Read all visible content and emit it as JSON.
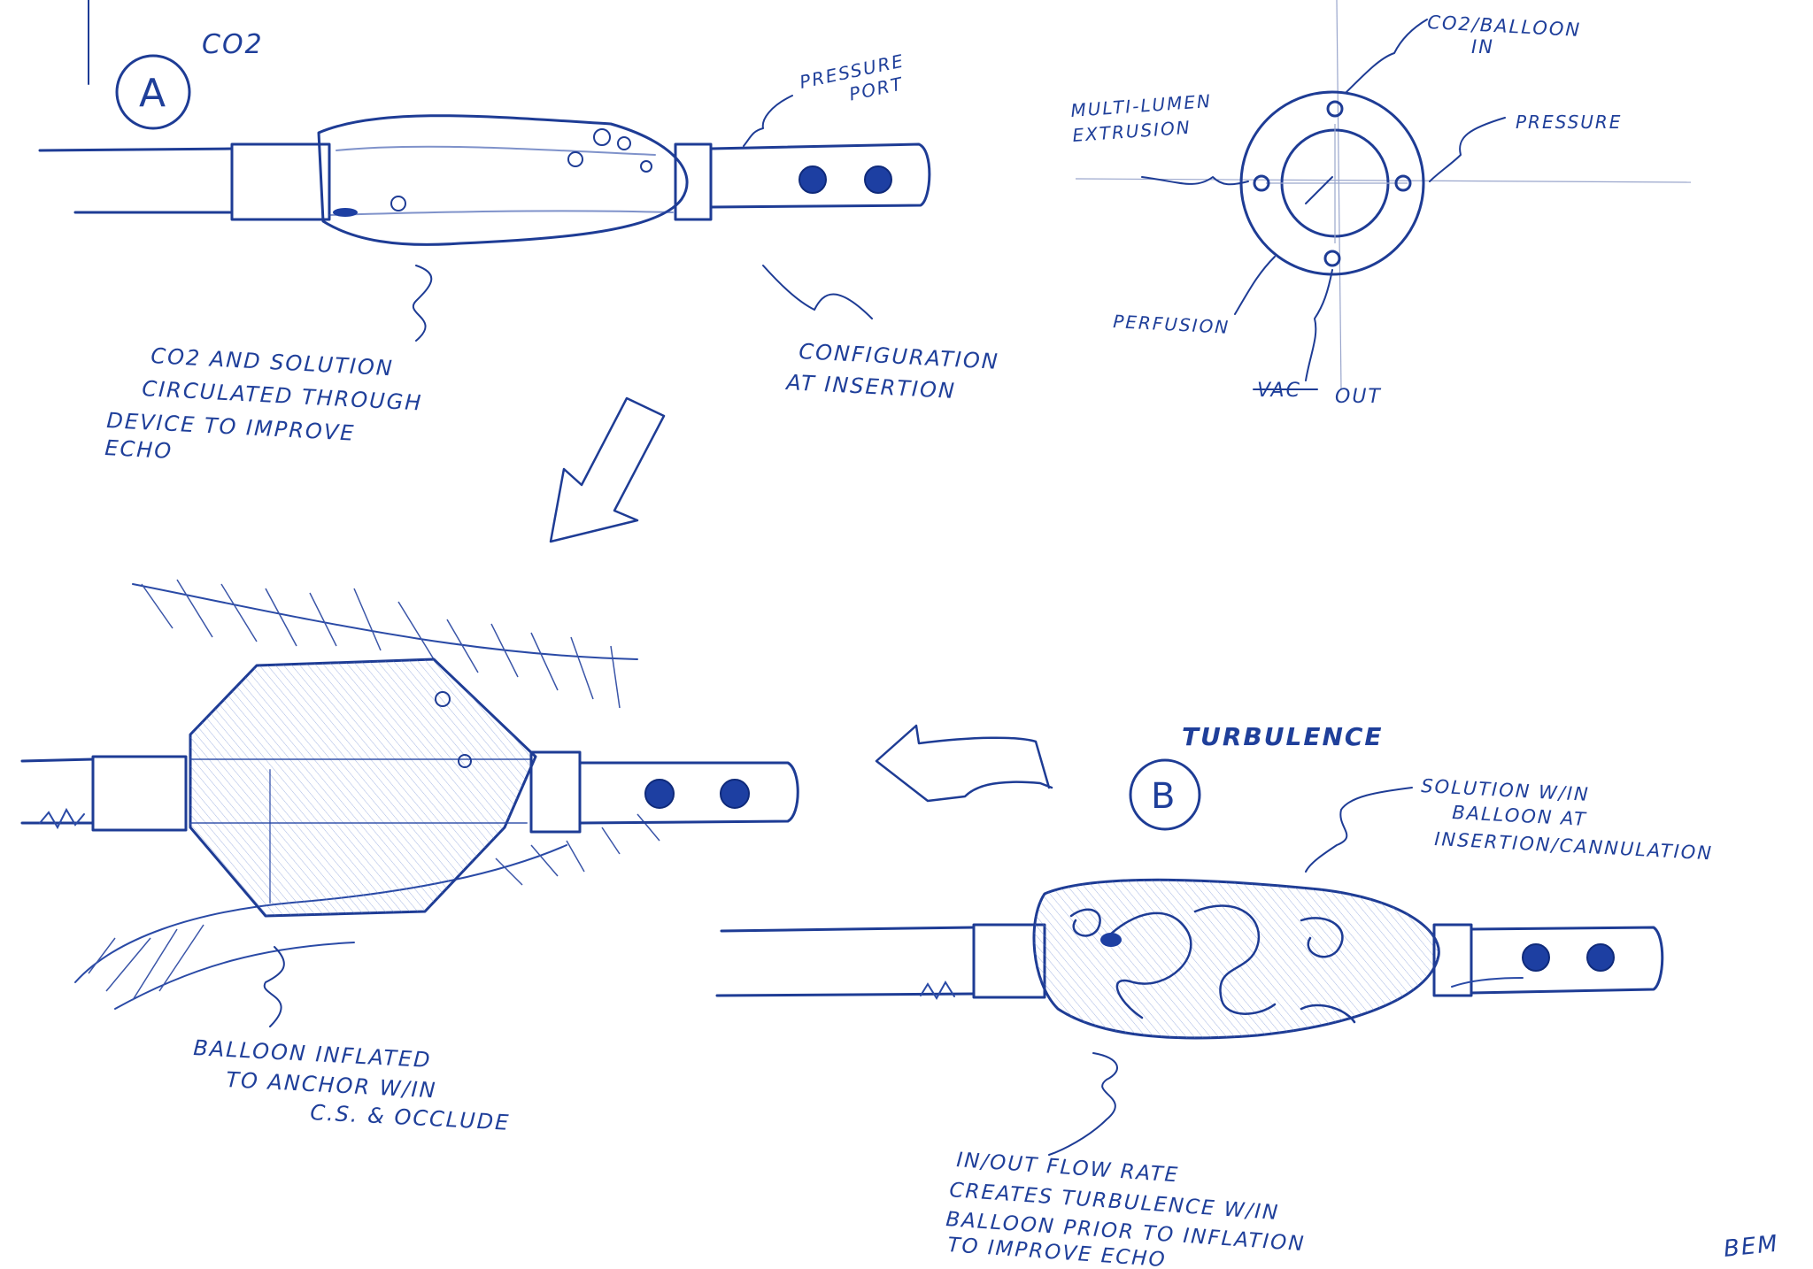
{
  "labels": {
    "co2_heading": "CO2",
    "circle_a": "A",
    "pressure_port": [
      "PRESSURE",
      "PORT"
    ],
    "co2_solution": [
      "CO2 AND SOLUTION",
      "CIRCULATED THROUGH",
      "DEVICE TO IMPROVE",
      "ECHO"
    ],
    "configuration_insertion": [
      "CONFIGURATION",
      "AT INSERTION"
    ],
    "co2_balloon_in": [
      "CO2/BALLOON",
      "IN"
    ],
    "multi_lumen": [
      "MULTI-LUMEN",
      "EXTRUSION"
    ],
    "pressure": "PRESSURE",
    "perfusion": "PERFUSION",
    "vac_struck": "VAC",
    "out": "OUT",
    "turbulence": "TURBULENCE",
    "circle_b": "B",
    "solution_within": [
      "SOLUTION W/IN",
      "BALLOON AT",
      "INSERTION/CANNULATION"
    ],
    "balloon_inflated": [
      "BALLOON INFLATED",
      "TO ANCHOR W/IN",
      "C.S. & OCCLUDE"
    ],
    "flow_rate": [
      "IN/OUT FLOW RATE",
      "CREATES TURBULENCE W/IN",
      "BALLOON PRIOR TO INFLATION",
      "TO IMPROVE ECHO"
    ],
    "initials": "BEM"
  },
  "colors": {
    "ink": "#1e3c95",
    "shade": "#5a78c8",
    "paper": "#ffffff"
  }
}
